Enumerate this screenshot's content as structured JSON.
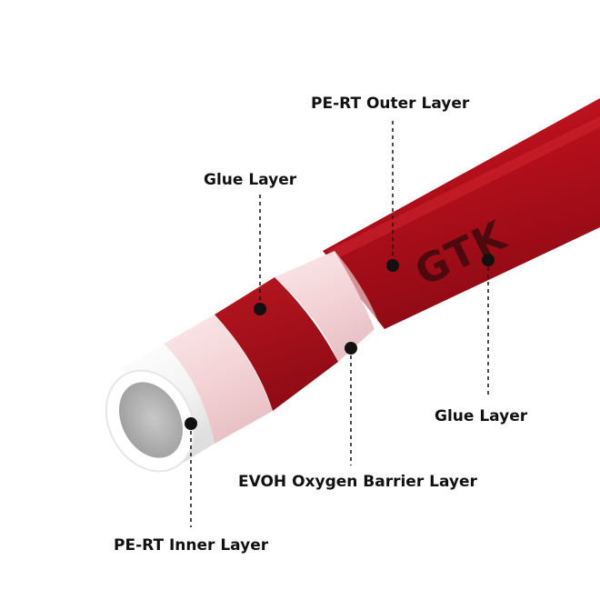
{
  "brand": {
    "logo_text": "GTK",
    "pipe_color": "#b3101c",
    "barrier_color": "#c0c0c0"
  },
  "labels": {
    "outer_layer": "PE-RT Outer Layer",
    "glue_layer_top": "Glue Layer",
    "glue_layer_right": "Glue Layer",
    "evoh_layer": "EVOH Oxygen Barrier Layer",
    "inner_layer": "PE-RT Inner Layer"
  }
}
